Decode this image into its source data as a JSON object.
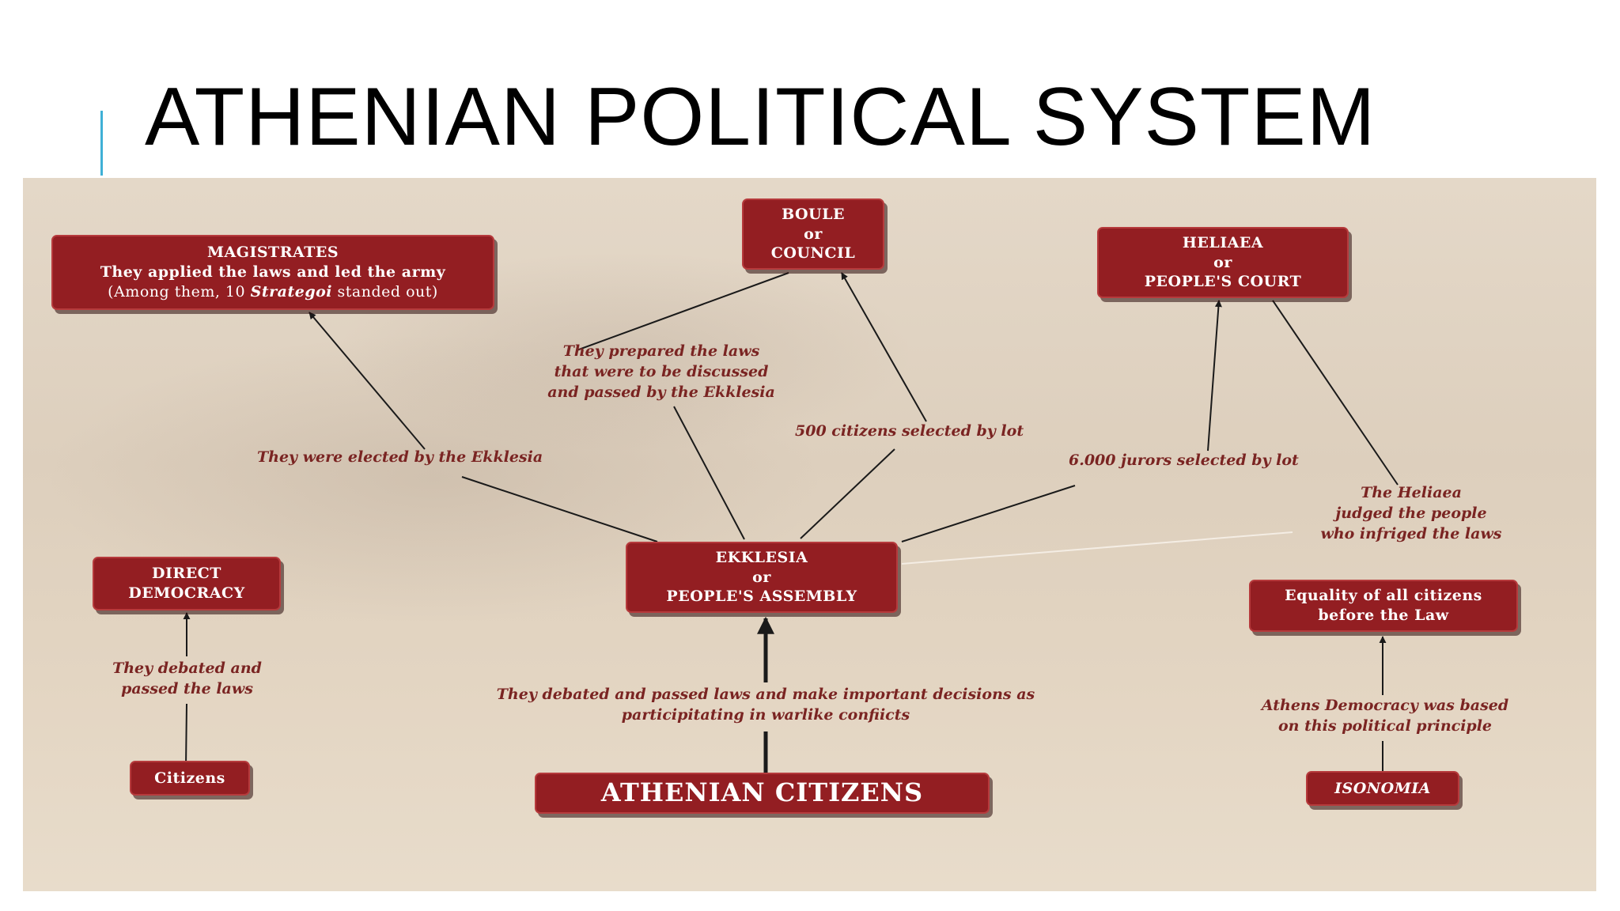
{
  "slide": {
    "title": "ATHENIAN POLITICAL SYSTEM"
  },
  "nodes": {
    "magistrates": {
      "title": "MAGISTRATES",
      "line1": "They applied the laws and led the army",
      "line2_pre": "(Among them, 10 ",
      "line2_em": "Strategoi",
      "line2_post": " standed out)"
    },
    "boule": {
      "line1": "BOULE",
      "line2": "or",
      "line3": "COUNCIL"
    },
    "heliaea": {
      "line1": "HELIAEA",
      "line2": "or",
      "line3": "PEOPLE'S COURT"
    },
    "ekklesia": {
      "line1": "EKKLESIA",
      "line2": "or",
      "line3": "PEOPLE'S ASSEMBLY"
    },
    "direct_democracy": {
      "line1": "DIRECT",
      "line2": "DEMOCRACY"
    },
    "equality": {
      "line1": "Equality of all citizens",
      "line2": "before the Law"
    },
    "citizens": {
      "label": "Citizens"
    },
    "athenian_citizens": {
      "label": "ATHENIAN CITIZENS"
    },
    "isonomia": {
      "label": "ISONOMIA"
    }
  },
  "labels": {
    "elected": "They were elected by the Ekklesia",
    "prepared": [
      "They prepared the laws",
      "that were to be discussed",
      "and passed by the Ekklesia"
    ],
    "five_hundred": "500 citizens selected by lot",
    "jurors": "6.000 jurors selected by lot",
    "heliaea_judged": [
      "The Heliaea",
      "judged the people",
      "who infriged the laws"
    ],
    "debated_citizens": [
      "They debated and",
      "passed the laws"
    ],
    "debated_assembly": [
      "They debated and passed laws and make important decisions as",
      "participitating in warlike confiicts"
    ],
    "isonomia_principle": [
      "Athens Democracy was based",
      "on this political principle"
    ]
  },
  "colors": {
    "box_fill": "#931e22",
    "label_text": "#7a2422",
    "accent": "#3fb0d6"
  }
}
